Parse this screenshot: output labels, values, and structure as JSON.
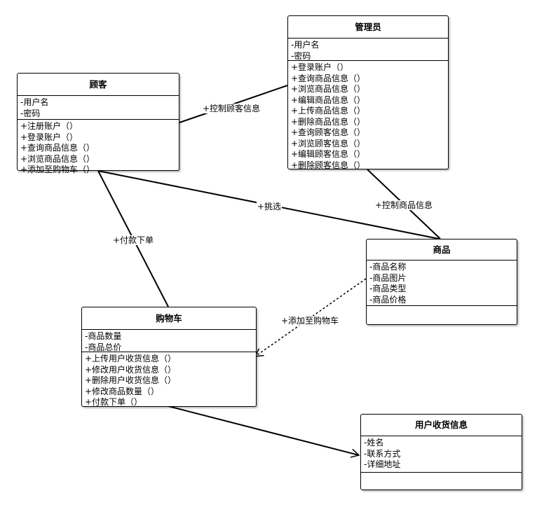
{
  "classes": {
    "customer": {
      "name": "顾客",
      "attributes": [
        "-用户名",
        "-密码"
      ],
      "operations": [
        "+注册账户（）",
        "+登录账户（）",
        "+查询商品信息（）",
        "+浏览商品信息（）",
        "+添加至购物车（）"
      ]
    },
    "admin": {
      "name": "管理员",
      "attributes": [
        "-用户名",
        "-密码"
      ],
      "operations": [
        "+登录账户（）",
        "+查询商品信息（）",
        "+浏览商品信息（）",
        "+编辑商品信息（）",
        "+上传商品信息（）",
        "+删除商品信息（）",
        "+查询顾客信息（）",
        "+浏览顾客信息（）",
        "+编辑顾客信息（）",
        "+删除顾客信息（）"
      ]
    },
    "product": {
      "name": "商品",
      "attributes": [
        "-商品名称",
        "-商品图片",
        "-商品类型",
        "-商品价格"
      ],
      "operations": []
    },
    "cart": {
      "name": "购物车",
      "attributes": [
        "-商品数量",
        "-商品总价"
      ],
      "operations": [
        "+上传用户收货信息（）",
        "+修改用户收货信息（）",
        "+删除用户收货信息（）",
        "+修改商品数量（）",
        "+付款下单（）"
      ]
    },
    "shipping": {
      "name": "用户收货信息",
      "attributes": [
        "-姓名",
        "-联系方式",
        "-详细地址"
      ],
      "operations": []
    }
  },
  "relations": {
    "control_customer": "+控制顾客信息",
    "control_product": "+控制商品信息",
    "pick": "+挑选",
    "checkout": "+付款下单",
    "add_to_cart": "+添加至购物车"
  }
}
